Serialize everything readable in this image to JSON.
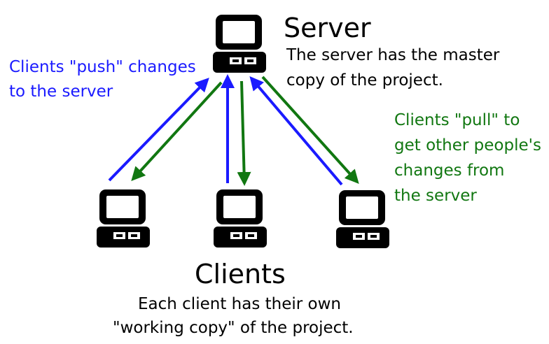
{
  "server": {
    "title": "Server",
    "caption_lines": [
      "The server has the master",
      "copy of the project."
    ]
  },
  "clients": {
    "title": "Clients",
    "caption_lines": [
      "Each client has their own",
      "\"working copy\" of the project."
    ]
  },
  "push_note": {
    "lines": [
      "Clients \"push\" changes",
      "to the server"
    ],
    "color": "#1a1aff"
  },
  "pull_note": {
    "lines": [
      "Clients \"pull\" to",
      "get other people's",
      "changes from",
      "the server"
    ],
    "color": "#117711"
  },
  "colors": {
    "push_arrow": "#1a1aff",
    "pull_arrow": "#117711",
    "computer": "#000000"
  },
  "icons": [
    "server-computer-icon",
    "client-computer-icon"
  ]
}
